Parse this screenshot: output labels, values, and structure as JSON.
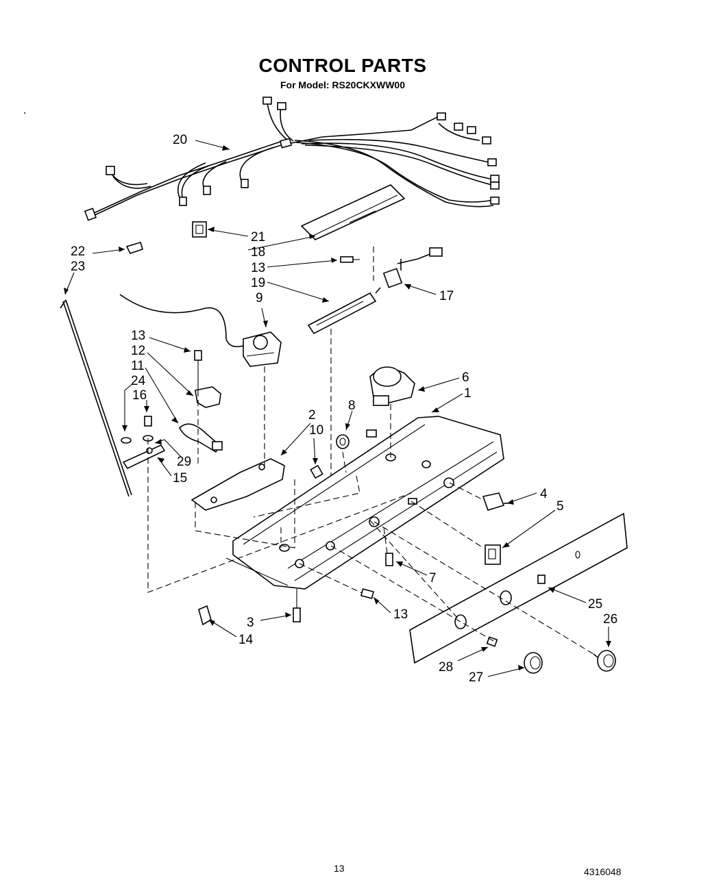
{
  "header": {
    "title": "CONTROL PARTS",
    "subtitle": "For Model: RS20CKXWW00"
  },
  "callouts": {
    "c20": "20",
    "c21": "21",
    "c18": "18",
    "c22": "22",
    "c23": "23",
    "c13a": "13",
    "c19": "19",
    "c17": "17",
    "c9": "9",
    "c13b": "13",
    "c12": "12",
    "c11": "11",
    "c24": "24",
    "c16": "16",
    "c29": "29",
    "c15": "15",
    "c2": "2",
    "c10": "10",
    "c8": "8",
    "c6": "6",
    "c1": "1",
    "c4": "4",
    "c5": "5",
    "c7": "7",
    "c13c": "13",
    "c3": "3",
    "c14": "14",
    "c25": "25",
    "c26": "26",
    "c28": "28",
    "c27": "27"
  },
  "footer": {
    "page_number": "13",
    "document_number": "4316048"
  }
}
